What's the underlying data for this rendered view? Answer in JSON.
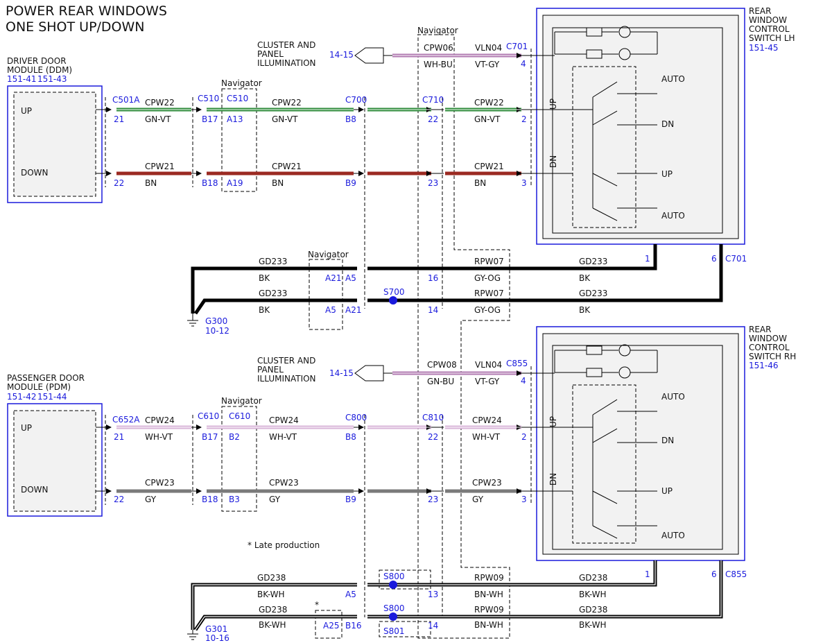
{
  "title": {
    "line1": "POWER REAR WINDOWS",
    "line2": "ONE SHOT UP/DOWN"
  },
  "ddm": {
    "name1": "DRIVER DOOR",
    "name2": "MODULE (DDM)",
    "ref1": "151-41",
    "ref2": "151-43",
    "up": "UP",
    "down": "DOWN"
  },
  "pdm": {
    "name1": "PASSENGER DOOR",
    "name2": "MODULE (PDM)",
    "ref1": "151-42",
    "ref2": "151-44",
    "up": "UP",
    "down": "DOWN"
  },
  "lh_switch": {
    "name1": "REAR",
    "name2": "WINDOW",
    "name3": "CONTROL",
    "name4": "SWITCH LH",
    "ref": "151-45",
    "auto1": "AUTO",
    "dn": "DN",
    "up": "UP",
    "auto2": "AUTO",
    "side_up": "UP",
    "side_dn": "DN"
  },
  "rh_switch": {
    "name1": "REAR",
    "name2": "WINDOW",
    "name3": "CONTROL",
    "name4": "SWITCH RH",
    "ref": "151-46",
    "auto1": "AUTO",
    "dn": "DN",
    "up": "UP",
    "auto2": "AUTO",
    "side_up": "UP",
    "side_dn": "DN"
  },
  "cluster": {
    "l1": "CLUSTER AND",
    "l2": "PANEL",
    "l3": "ILLUMINATION",
    "ref": "14-15"
  },
  "navigator": "Navigator",
  "top": {
    "illum": {
      "circuit1": "CPW06",
      "color1": "WH-BU",
      "circuit2": "VLN04",
      "color2": "VT-GY",
      "connector": "C701",
      "pin": "4"
    },
    "up_row": {
      "c1": "C501A",
      "p1": "21",
      "circ1": "CPW22",
      "col1": "GN-VT",
      "c2": "C510",
      "p2": "B17",
      "c3": "C510",
      "p3": "A13",
      "circ2": "CPW22",
      "col2": "GN-VT",
      "c4": "C700",
      "p4": "B8",
      "c5": "C710",
      "p5": "22",
      "circ3": "CPW22",
      "col3": "GN-VT",
      "p6": "2"
    },
    "down_row": {
      "p1": "22",
      "circ1": "CPW21",
      "col1": "BN",
      "p2": "B18",
      "p3": "A19",
      "circ2": "CPW21",
      "col2": "BN",
      "p4": "B9",
      "p5": "23",
      "circ3": "CPW21",
      "col3": "BN",
      "p6": "3"
    },
    "ground": {
      "r1": {
        "circ1": "GD233",
        "col1": "BK",
        "nav_pin": "A21",
        "pin": "A5",
        "pin2": "16",
        "circ2": "RPW07",
        "col2": "GY-OG",
        "circ3": "GD233",
        "col3": "BK"
      },
      "r2": {
        "circ1": "GD233",
        "col1": "BK",
        "nav_pin": "A5",
        "pin": "A21",
        "splice": "S700",
        "pin2": "14",
        "circ2": "RPW07",
        "col2": "GY-OG",
        "circ3": "GD233",
        "col3": "BK"
      },
      "gnd": "G300",
      "gnd_ref": "10-12",
      "sw_pin1": "1",
      "sw_pin2": "6",
      "sw_conn": "C701"
    }
  },
  "bottom": {
    "illum": {
      "circuit1": "CPW08",
      "color1": "GN-BU",
      "circuit2": "VLN04",
      "color2": "VT-GY",
      "connector": "C855",
      "pin": "4"
    },
    "up_row": {
      "c1": "C652A",
      "p1": "21",
      "circ1": "CPW24",
      "col1": "WH-VT",
      "c2": "C610",
      "p2": "B17",
      "c3": "C610",
      "p3": "B2",
      "circ2": "CPW24",
      "col2": "WH-VT",
      "c4": "C800",
      "p4": "B8",
      "c5": "C810",
      "p5": "22",
      "circ3": "CPW24",
      "col3": "WH-VT",
      "p6": "2"
    },
    "down_row": {
      "p1": "22",
      "circ1": "CPW23",
      "col1": "GY",
      "p2": "B18",
      "p3": "B3",
      "circ2": "CPW23",
      "col2": "GY",
      "p4": "B9",
      "p5": "23",
      "circ3": "CPW23",
      "col3": "GY",
      "p6": "3"
    },
    "note": "*  Late production",
    "ground": {
      "r1": {
        "circ1": "GD238",
        "col1": "BK-WH",
        "pin": "A5",
        "splice": "S800",
        "pin2": "13",
        "circ2": "RPW09",
        "col2": "BN-WH",
        "circ3": "GD238",
        "col3": "BK-WH"
      },
      "r2": {
        "circ1": "GD238",
        "col1": "BK-WH",
        "star": "*",
        "nav_pin": "A25",
        "pin": "B16",
        "splice": "S800",
        "splice2": "S801",
        "pin2": "14",
        "circ2": "RPW09",
        "col2": "BN-WH",
        "circ3": "GD238",
        "col3": "BK-WH"
      },
      "gnd": "G301",
      "gnd_ref": "10-16",
      "sw_pin1": "1",
      "sw_pin2": "6",
      "sw_conn": "C855"
    }
  },
  "colors": {
    "green": "#2e8b3a",
    "brown": "#9b2a22",
    "violet": "#b07ab0",
    "gray": "#7a7a7a",
    "blue": "#1a1adc",
    "black": "#000000"
  }
}
